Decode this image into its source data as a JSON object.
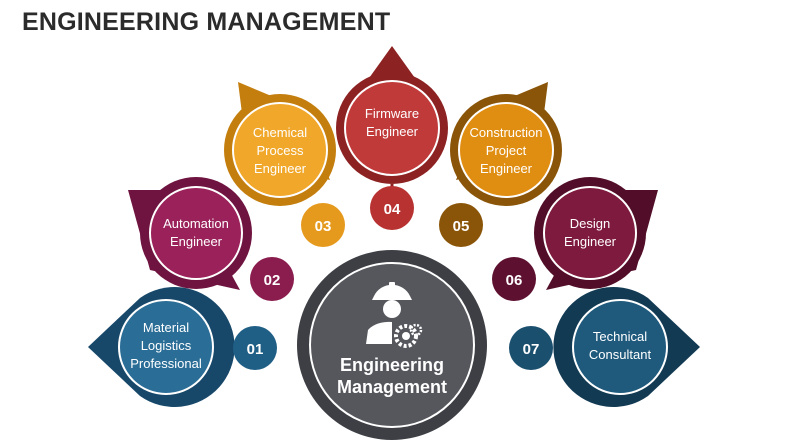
{
  "title": "ENGINEERING MANAGEMENT",
  "center": {
    "line1": "Engineering",
    "line2": "Management",
    "icon": "engineer-gear-icon"
  },
  "items": [
    {
      "number": "01",
      "lines": [
        "Material",
        "Logistics",
        "Professional"
      ],
      "color": "#1f5f86"
    },
    {
      "number": "02",
      "lines": [
        "Automation",
        "Engineer"
      ],
      "color": "#8a1c4e"
    },
    {
      "number": "03",
      "lines": [
        "Chemical",
        "Process",
        "Engineer"
      ],
      "color": "#e59a1e"
    },
    {
      "number": "04",
      "lines": [
        "Firmware",
        "Engineer"
      ],
      "color": "#b83232"
    },
    {
      "number": "05",
      "lines": [
        "Construction",
        "Project",
        "Engineer"
      ],
      "color": "#d6860d"
    },
    {
      "number": "06",
      "lines": [
        "Design",
        "Engineer"
      ],
      "color": "#751436"
    },
    {
      "number": "07",
      "lines": [
        "Technical",
        "Consultant"
      ],
      "color": "#1a4f6e"
    }
  ],
  "colors": {
    "center_fill": "#55575d",
    "center_ring": "#3d3f44",
    "title_text": "#2b2b2b"
  }
}
